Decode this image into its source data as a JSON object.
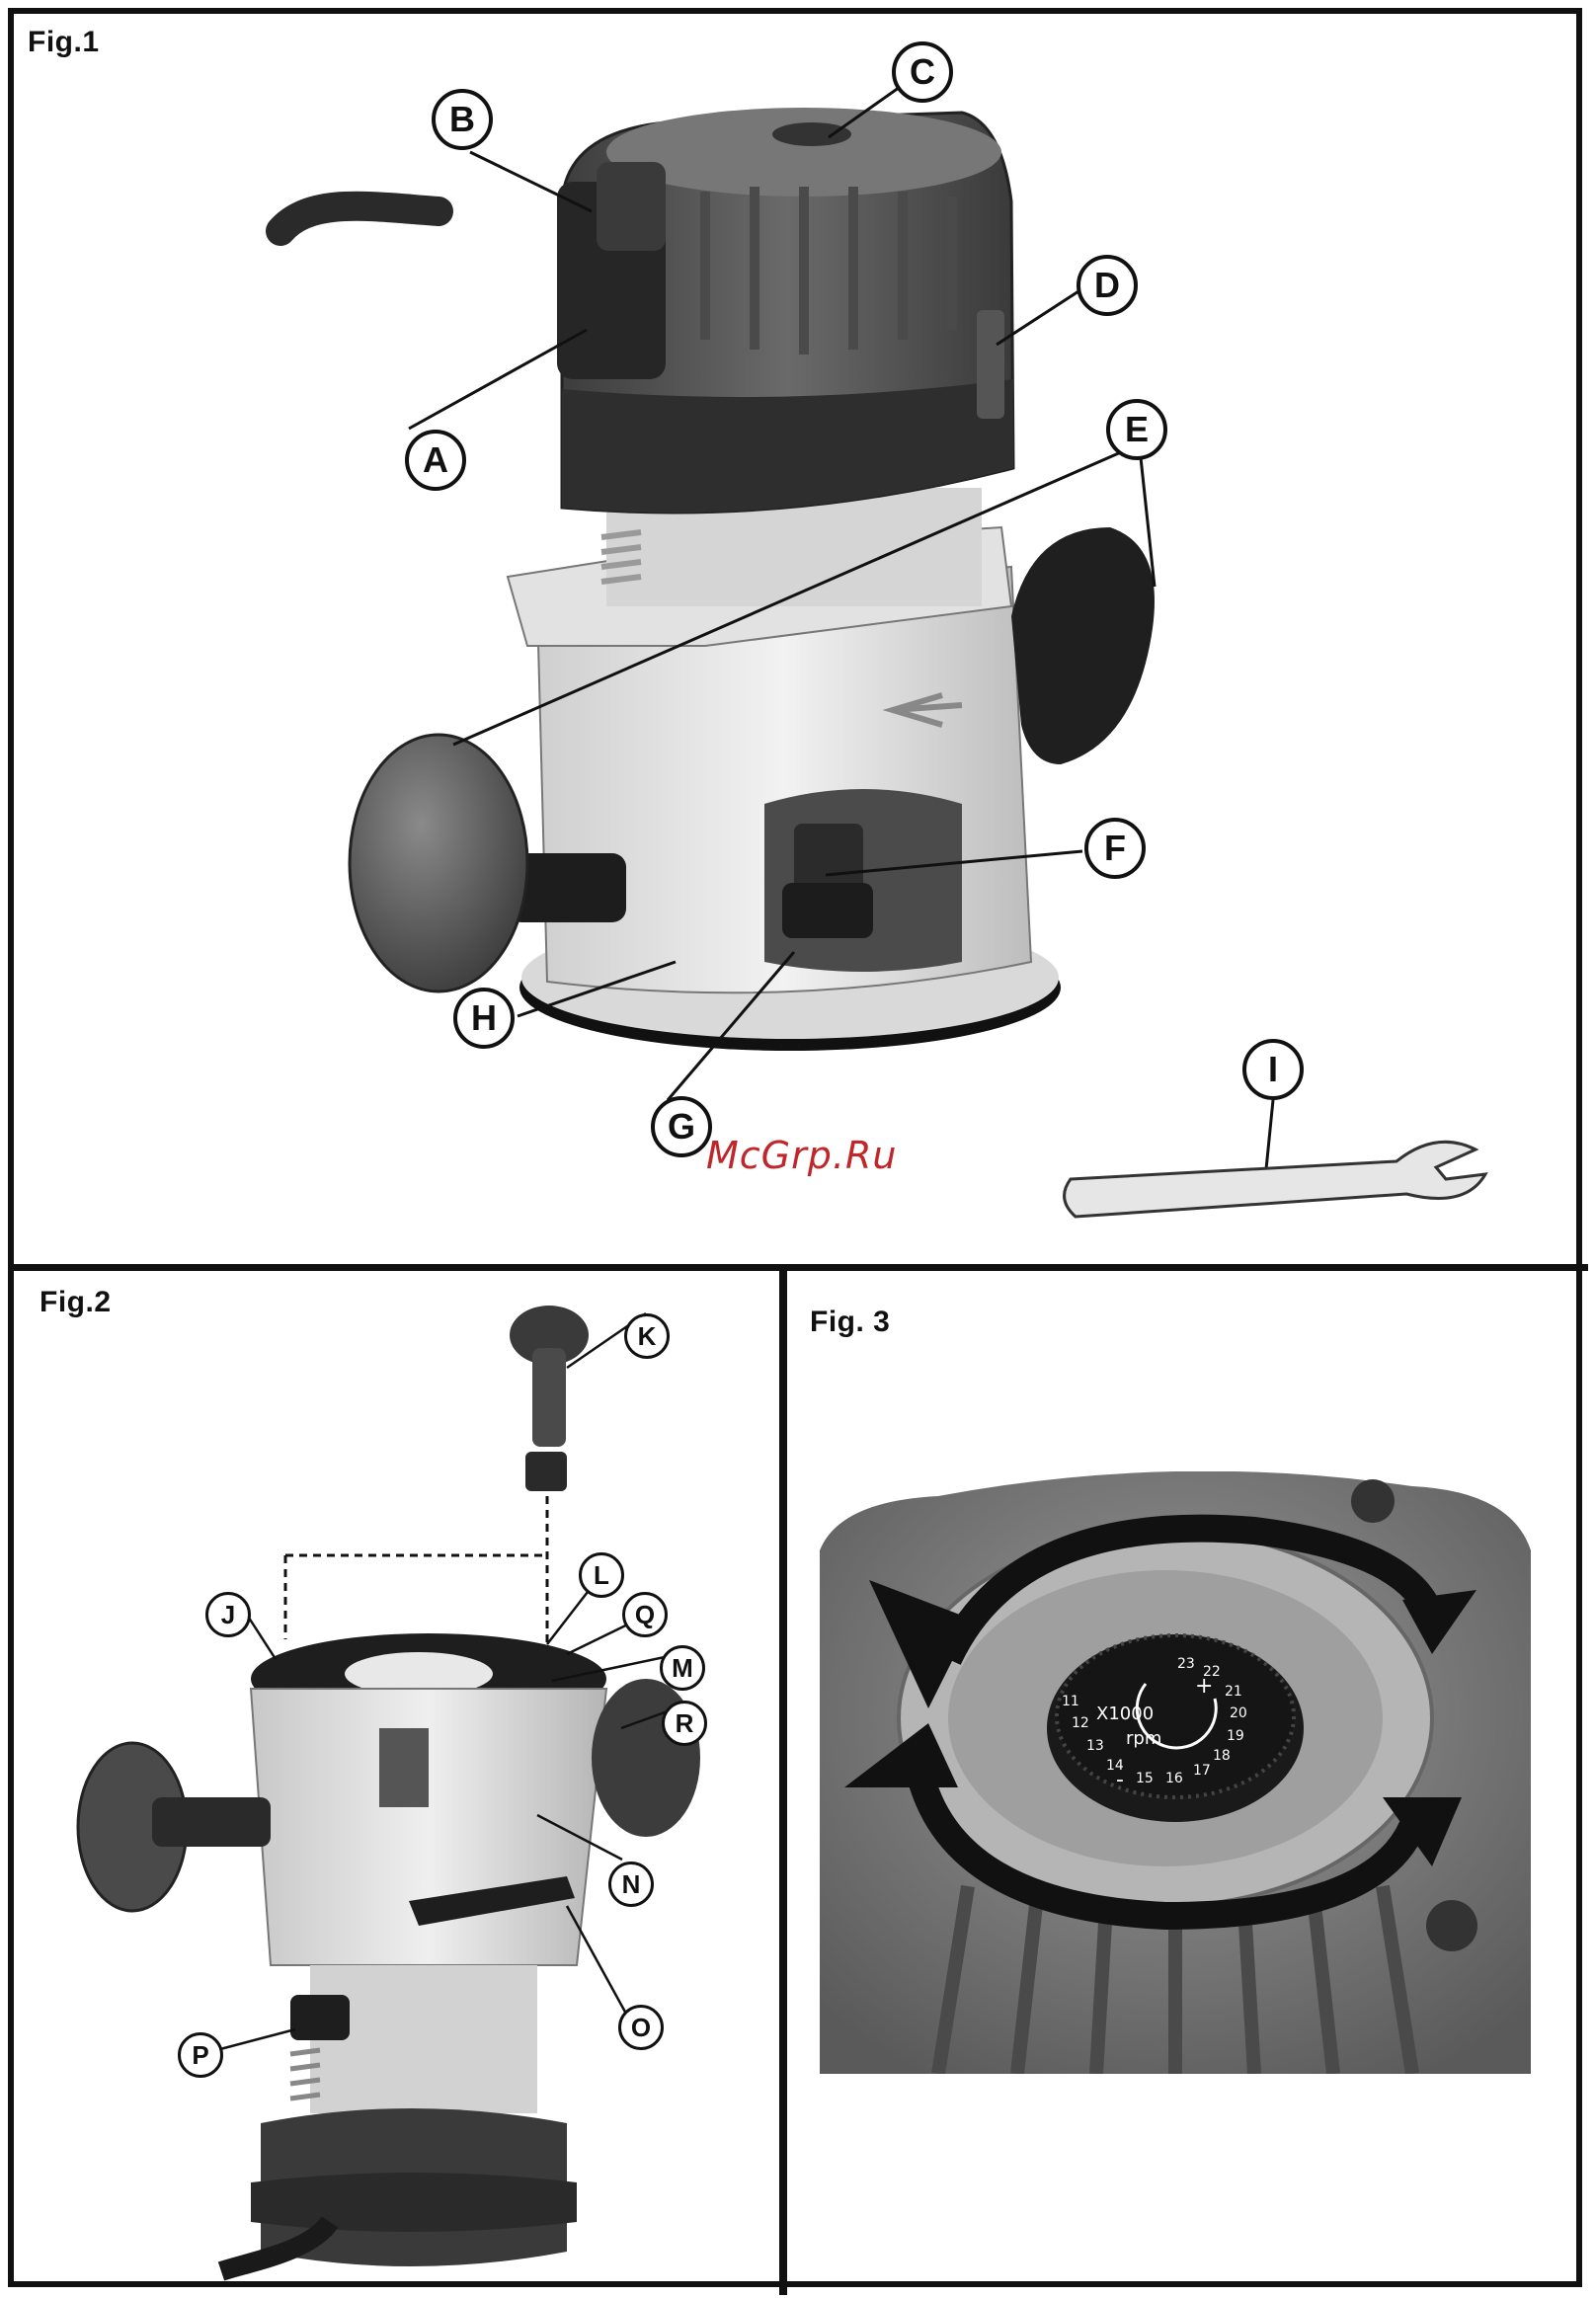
{
  "figures": [
    {
      "title": "Fig.1",
      "callouts": [
        "A",
        "B",
        "C",
        "D",
        "E",
        "F",
        "G",
        "H",
        "I"
      ]
    },
    {
      "title": "Fig.2",
      "callouts": [
        "J",
        "K",
        "L",
        "Q",
        "M",
        "R",
        "N",
        "O",
        "P"
      ]
    },
    {
      "title": "Fig. 3",
      "dial": {
        "numbers": [
          "11",
          "12",
          "13",
          "14",
          "15",
          "16",
          "17",
          "18",
          "19",
          "20",
          "21",
          "22",
          "23"
        ],
        "unit": "rpm",
        "multiplier": "X1000",
        "plus": "+",
        "minus": "-"
      }
    }
  ],
  "watermark": "McGrp.Ru"
}
